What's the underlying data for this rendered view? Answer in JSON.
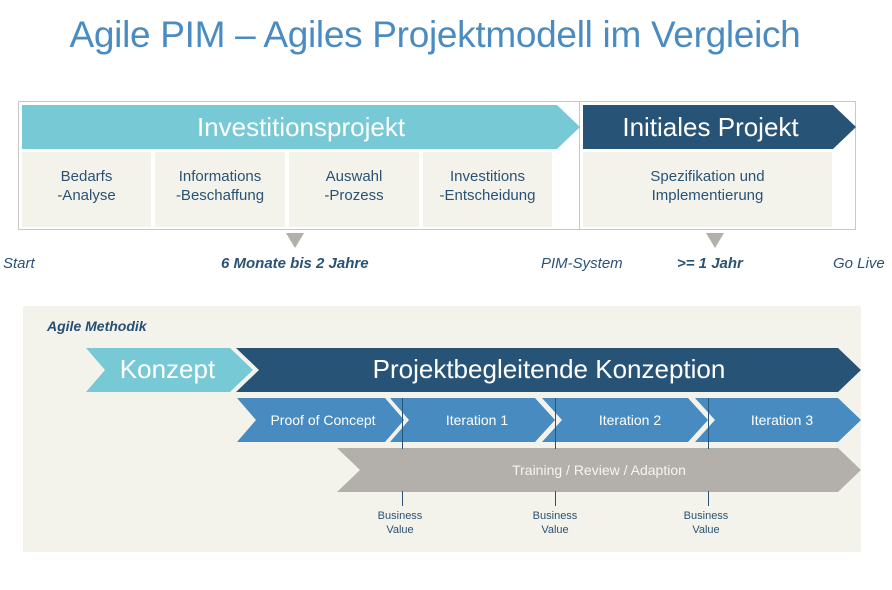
{
  "title": "Agile PIM – Agiles Projektmodell im Vergleich",
  "colors": {
    "title": "#4a8cc2",
    "cyan": "#77c9d6",
    "navy": "#275377",
    "mid_blue": "#478bc0",
    "grey": "#b3b0ab",
    "beige": "#f3f3ec",
    "marker": "#b3b0ab"
  },
  "classic_model": {
    "phases": [
      {
        "label": "Investitionsprojekt",
        "color": "cyan"
      },
      {
        "label": "Initiales Projekt",
        "color": "navy"
      }
    ],
    "steps": [
      {
        "line1": "Bedarfs",
        "line2": "-Analyse"
      },
      {
        "line1": "Informations",
        "line2": "-Beschaffung"
      },
      {
        "line1": "Auswahl",
        "line2": "-Prozess"
      },
      {
        "line1": "Investitions",
        "line2": "-Entscheidung"
      },
      {
        "line1": "Spezifikation und",
        "line2": "Implementierung"
      }
    ],
    "timeline": {
      "start": "Start",
      "duration_1": "6 Monate bis 2 Jahre",
      "milestone": "PIM-System",
      "duration_2": ">= 1 Jahr",
      "end": "Go Live"
    }
  },
  "agile_model": {
    "label": "Agile Methodik",
    "concept": "Konzept",
    "main_phase": "Projektbegleitende Konzeption",
    "iterations": [
      "Proof of Concept",
      "Iteration 1",
      "Iteration 2",
      "Iteration 3"
    ],
    "continuous": "Training / Review / Adaption",
    "milestones": [
      {
        "line1": "Business",
        "line2": "Value"
      },
      {
        "line1": "Business",
        "line2": "Value"
      },
      {
        "line1": "Business",
        "line2": "Value"
      }
    ]
  }
}
